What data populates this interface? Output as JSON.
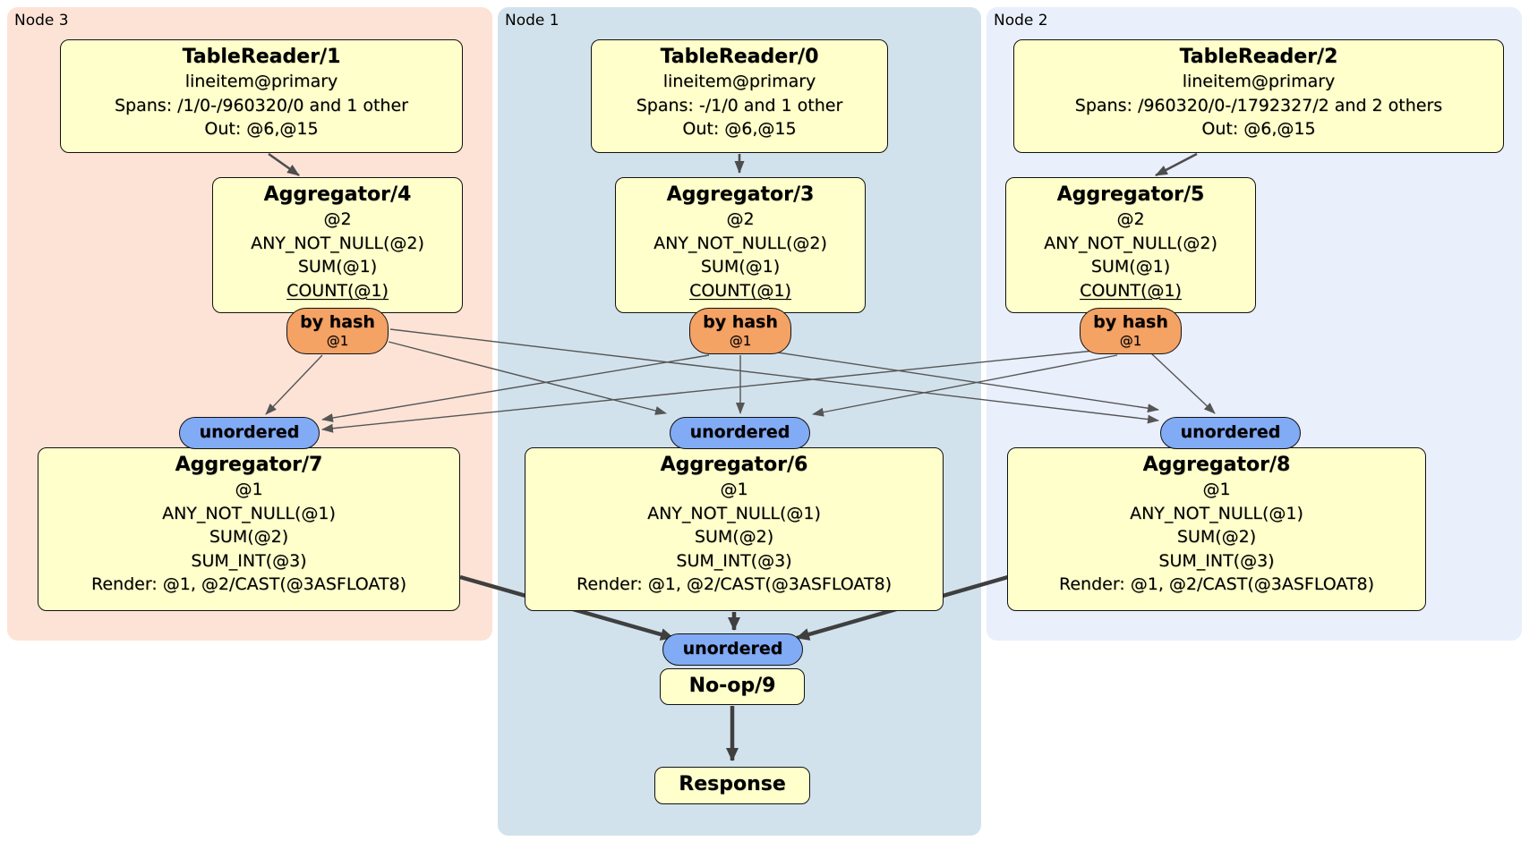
{
  "panels": [
    {
      "label": "Node 3"
    },
    {
      "label": "Node 1"
    },
    {
      "label": "Node 2"
    }
  ],
  "boxes": {
    "tr1": {
      "title": "TableReader/1",
      "line1": "lineitem@primary",
      "line2": "Spans: /1/0-/960320/0 and 1 other",
      "line3": "Out: @6,@15"
    },
    "tr0": {
      "title": "TableReader/0",
      "line1": "lineitem@primary",
      "line2": "Spans: -/1/0 and 1 other",
      "line3": "Out: @6,@15"
    },
    "tr2": {
      "title": "TableReader/2",
      "line1": "lineitem@primary",
      "line2": "Spans: /960320/0-/1792327/2 and 2 others",
      "line3": "Out: @6,@15"
    },
    "agg4": {
      "title": "Aggregator/4",
      "line1": "@2",
      "line2": "ANY_NOT_NULL(@2)",
      "line3": "SUM(@1)",
      "line4": "COUNT(@1)"
    },
    "agg3": {
      "title": "Aggregator/3",
      "line1": "@2",
      "line2": "ANY_NOT_NULL(@2)",
      "line3": "SUM(@1)",
      "line4": "COUNT(@1)"
    },
    "agg5": {
      "title": "Aggregator/5",
      "line1": "@2",
      "line2": "ANY_NOT_NULL(@2)",
      "line3": "SUM(@1)",
      "line4": "COUNT(@1)"
    },
    "agg7": {
      "title": "Aggregator/7",
      "line1": "@1",
      "line2": "ANY_NOT_NULL(@1)",
      "line3": "SUM(@2)",
      "line4": "SUM_INT(@3)",
      "line5": "Render: @1, @2/CAST(@3ASFLOAT8)"
    },
    "agg6": {
      "title": "Aggregator/6",
      "line1": "@1",
      "line2": "ANY_NOT_NULL(@1)",
      "line3": "SUM(@2)",
      "line4": "SUM_INT(@3)",
      "line5": "Render: @1, @2/CAST(@3ASFLOAT8)"
    },
    "agg8": {
      "title": "Aggregator/8",
      "line1": "@1",
      "line2": "ANY_NOT_NULL(@1)",
      "line3": "SUM(@2)",
      "line4": "SUM_INT(@3)",
      "line5": "Render: @1, @2/CAST(@3ASFLOAT8)"
    },
    "noop": {
      "title": "No-op/9"
    },
    "response": {
      "title": "Response"
    }
  },
  "routers": {
    "hash4": {
      "label": "by hash",
      "sub": "@1"
    },
    "hash3": {
      "label": "by hash",
      "sub": "@1"
    },
    "hash5": {
      "label": "by hash",
      "sub": "@1"
    },
    "un3": {
      "label": "unordered"
    },
    "un1": {
      "label": "unordered"
    },
    "un2": {
      "label": "unordered"
    },
    "un_final": {
      "label": "unordered"
    }
  },
  "colors": {
    "panel_node3": "#fce3d6",
    "panel_node1": "#d2e2ec",
    "panel_node2": "#e9effb",
    "box_fill": "#ffffcc",
    "hash_fill": "#f5a265",
    "unordered_fill": "#82abf6",
    "edge_thin": "#555555",
    "edge_medium": "#4d4d4d",
    "edge_thick": "#3f3f3f"
  }
}
